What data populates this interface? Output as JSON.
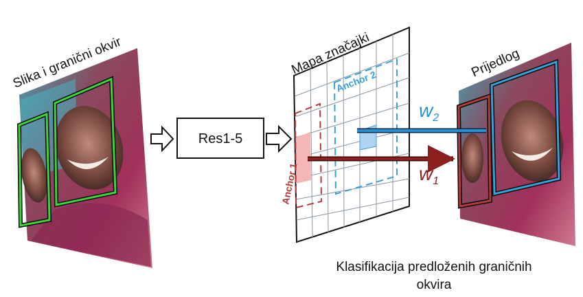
{
  "labels": {
    "input_title": "Slika i granični okvir",
    "backbone": "Res1-5",
    "feature_map_title": "Mapa značajki",
    "output_title": "Prijedlog",
    "anchor1": "Anchor 1",
    "anchor2": "Anchor 2",
    "w1_base": "w",
    "w1_sub": "1",
    "w2_base": "w",
    "w2_sub": "2",
    "caption_line1": "Klasifikacija predloženih graničnih",
    "caption_line2": "okvira"
  },
  "colors": {
    "input_box": "#3fd23a",
    "anchor1": "#b23a3a",
    "anchor2": "#3aa0d8",
    "w1_arrow": "#8e1f1f",
    "w2_arrow": "#2a8fd0",
    "grid": "#5b6b7a",
    "cell1_fill": "#f4b6b6",
    "cell2_fill": "#aed4f2"
  },
  "icons": {
    "input_image": "smiling-face-photo",
    "output_image": "smiling-face-photo"
  }
}
